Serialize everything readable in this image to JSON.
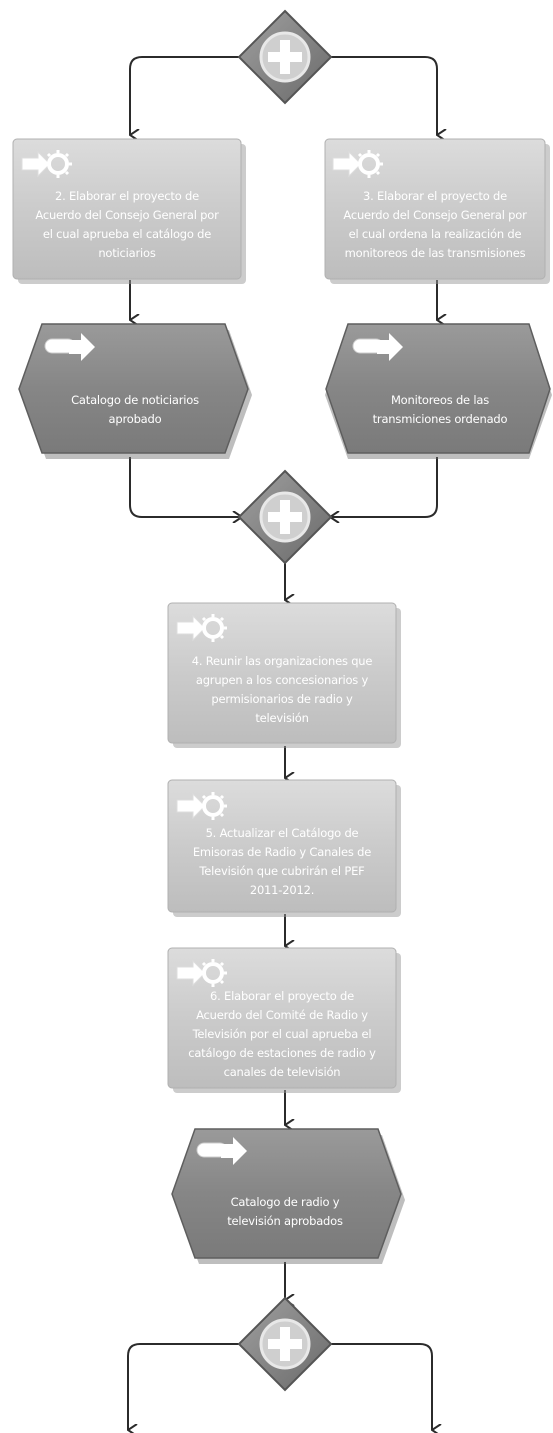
{
  "functions": [
    {
      "id": "f2",
      "text": "2. Elaborar el proyecto de\nAcuerdo del Consejo General por\nel cual aprueba el catálogo de\nnoticiarios"
    },
    {
      "id": "f3",
      "text": "3. Elaborar el proyecto de\nAcuerdo del Consejo General por\nel cual ordena la realización de\nmonitoreos de las transmisiones"
    },
    {
      "id": "f4",
      "text": "4. Reunir las organizaciones que\nagrupen a los concesionarios y\npermisionarios de radio y\ntelevisión"
    },
    {
      "id": "f5",
      "text": "5. Actualizar el Catálogo de\nEmisoras de Radio y Canales de\nTelevisión que cubrirán el PEF\n2011-2012."
    },
    {
      "id": "f6",
      "text": "6. Elaborar el proyecto de\nAcuerdo del Comité de Radio y\nTelevisión por el cual aprueba el\ncatálogo de estaciones de radio y\ncanales de televisión"
    }
  ],
  "events": [
    {
      "id": "e1",
      "text": "Catalogo de noticiarios\naprobado"
    },
    {
      "id": "e2",
      "text": "Monitoreos de las\ntransmiciones ordenado"
    },
    {
      "id": "e3",
      "text": "Catalogo de radio y\ntelevisión aprobados"
    }
  ],
  "gateways": [
    {
      "id": "g1",
      "type": "AND"
    },
    {
      "id": "g2",
      "type": "AND"
    },
    {
      "id": "g3",
      "type": "AND"
    }
  ],
  "colors": {
    "function_fill": "#cfcfcf",
    "event_fill": "#8c8c8c",
    "gateway_fill": "#8a8a8a",
    "connector": "#2b2b2b",
    "text": "#ffffff"
  }
}
